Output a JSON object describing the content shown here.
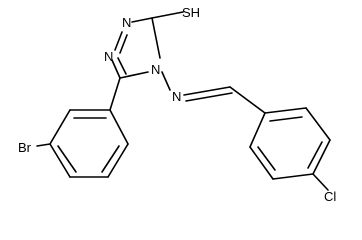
{
  "molecule": {
    "labels": {
      "sh": "SH",
      "n1": "N",
      "n2": "N",
      "n3": "N",
      "n_imine": "N",
      "br": "Br",
      "cl": "Cl"
    }
  }
}
